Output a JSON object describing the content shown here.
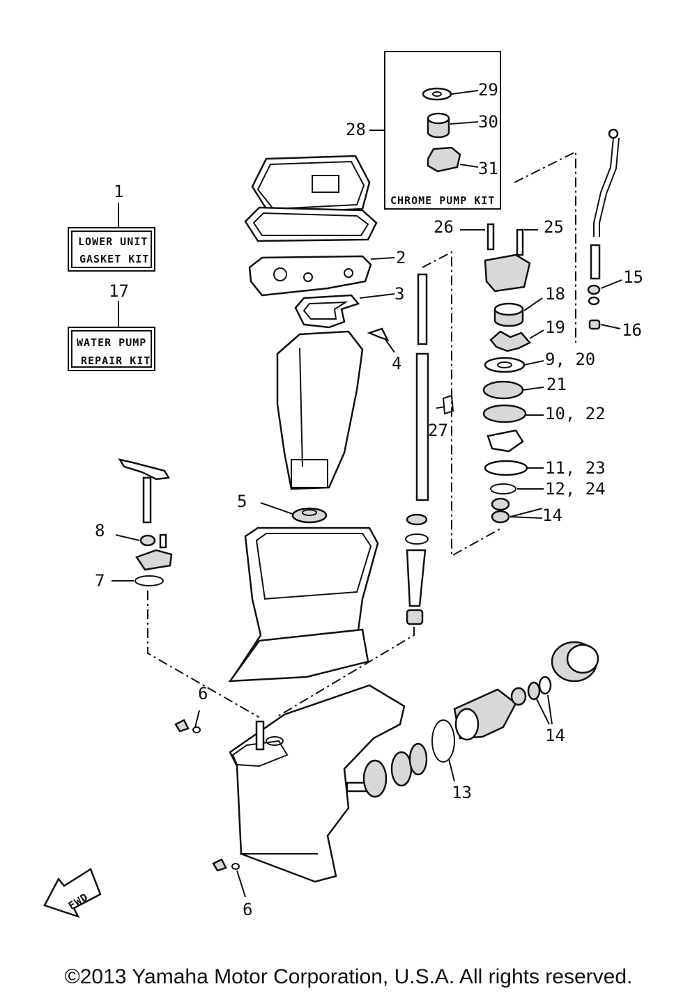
{
  "boxes": {
    "chrome_pump_kit": "CHROME PUMP KIT",
    "lower_unit_line1": "LOWER UNIT",
    "lower_unit_line2": "GASKET KIT",
    "water_pump_line1": "WATER PUMP",
    "water_pump_line2": "REPAIR KIT"
  },
  "callouts": {
    "n1": "1",
    "n2": "2",
    "n3": "3",
    "n4": "4",
    "n5": "5",
    "n6a": "6",
    "n6b": "6",
    "n7": "7",
    "n8": "8",
    "n9_20": "9, 20",
    "n10_22": "10, 22",
    "n11_23": "11, 23",
    "n12_24": "12, 24",
    "n13": "13",
    "n14a": "14",
    "n14b": "14",
    "n15": "15",
    "n16": "16",
    "n17": "17",
    "n18": "18",
    "n19": "19",
    "n21": "21",
    "n25": "25",
    "n26": "26",
    "n27": "27",
    "n28": "28",
    "n29": "29",
    "n30": "30",
    "n31": "31"
  },
  "fwd_label": "FWD",
  "copyright": "©2013 Yamaha Motor Corporation, U.S.A. All rights reserved."
}
